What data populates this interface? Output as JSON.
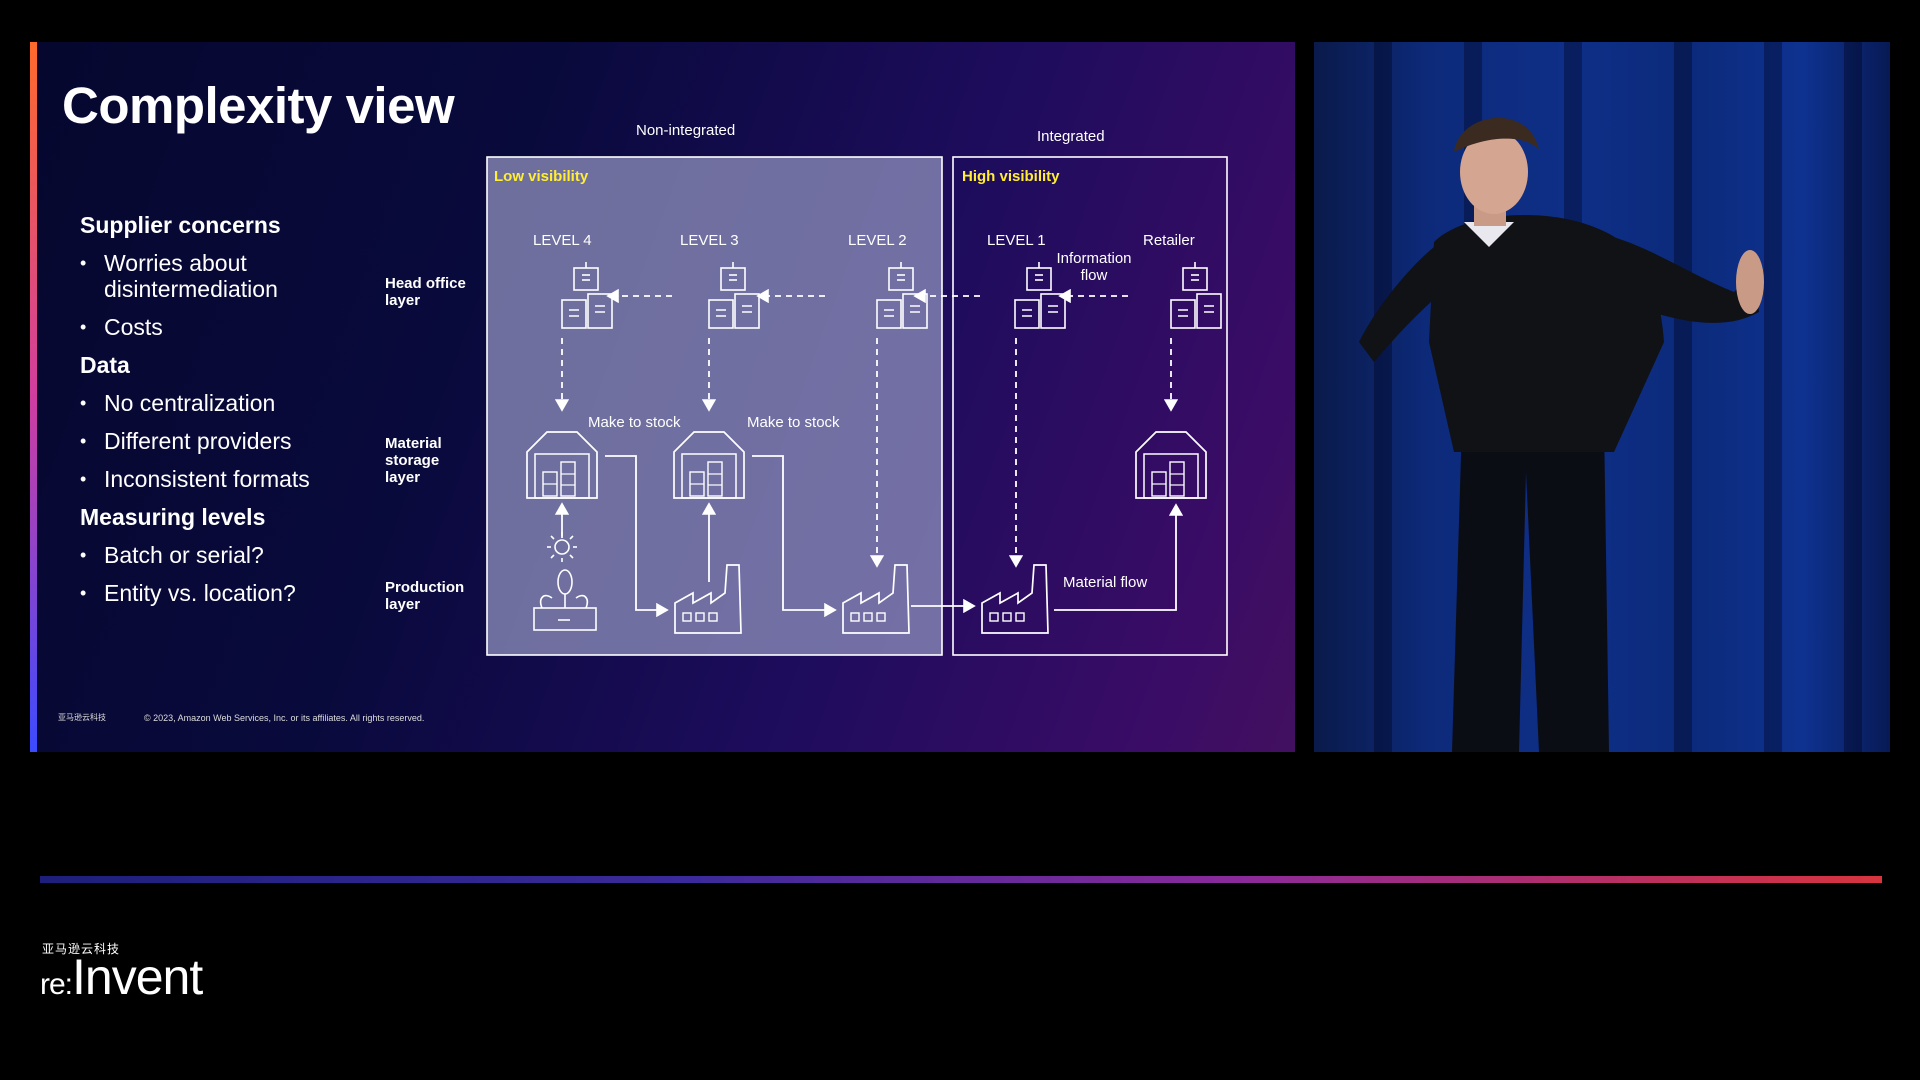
{
  "slide": {
    "title": "Complexity view",
    "bullets": {
      "supplier_heading": "Supplier concerns",
      "supplier_items": [
        "Worries about disintermediation",
        "Costs"
      ],
      "data_heading": "Data",
      "data_items": [
        "No centralization",
        "Different providers",
        "Inconsistent formats"
      ],
      "measuring_heading": "Measuring levels",
      "measuring_items": [
        "Batch or serial?",
        "Entity vs. location?"
      ]
    },
    "layers": {
      "head_office": "Head office layer",
      "material_storage": "Material storage layer",
      "production": "Production layer"
    },
    "diagram": {
      "non_integrated_label": "Non-integrated",
      "integrated_label": "Integrated",
      "low_visibility": "Low visibility",
      "high_visibility": "High visibility",
      "level4": "LEVEL 4",
      "level3": "LEVEL 3",
      "level2": "LEVEL 2",
      "level1": "LEVEL 1",
      "retailer": "Retailer",
      "information_flow": "Information flow",
      "make_to_stock_1": "Make to stock",
      "make_to_stock_2": "Make to stock",
      "material_flow": "Material flow"
    },
    "footer": {
      "logo_text": "亚马逊云科技",
      "copyright": "© 2023, Amazon Web Services, Inc. or its affiliates. All rights reserved."
    }
  },
  "stage": {
    "brand_cn": "亚马逊云科技",
    "brand_re": "re:",
    "brand_invent": "Invent"
  },
  "colors": {
    "highlight_yellow": "#ffee33",
    "low_visibility_fill": "#8a8cb8",
    "stage_gradient_start": "#1d1f7a",
    "stage_gradient_end": "#d7343e"
  }
}
